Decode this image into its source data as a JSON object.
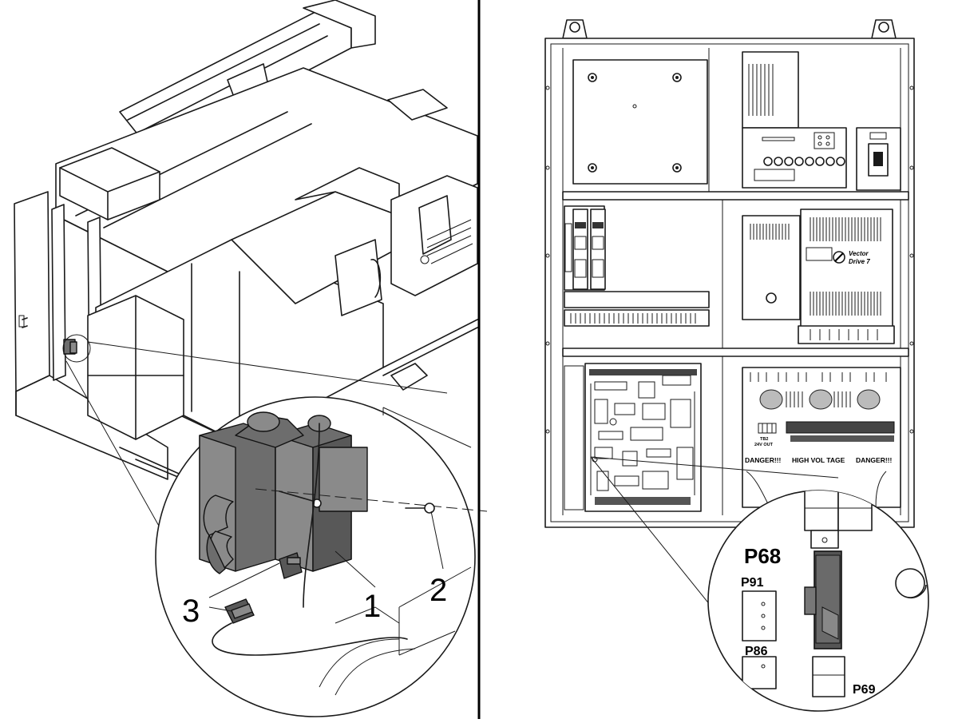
{
  "callouts": {
    "one": "1",
    "two": "2",
    "three": "3"
  },
  "connectors": {
    "p68": "P68",
    "p91": "P91",
    "p86": "P86",
    "p69": "P69"
  },
  "panel_labels": {
    "danger_left": "DANGER!!!",
    "high_voltage": "HIGH VOL TAGE",
    "danger_right": "DANGER!!!",
    "tb2": "TB2",
    "tb2_sub": "24V OUT",
    "vector_drive_top": "Vector",
    "vector_drive_bottom": "Drive 7"
  },
  "colors": {
    "line": "#1a1a1a",
    "component_dark": "#585858",
    "component_mid": "#6d6d6d",
    "component_light": "#8a8a8a",
    "background": "#ffffff"
  }
}
